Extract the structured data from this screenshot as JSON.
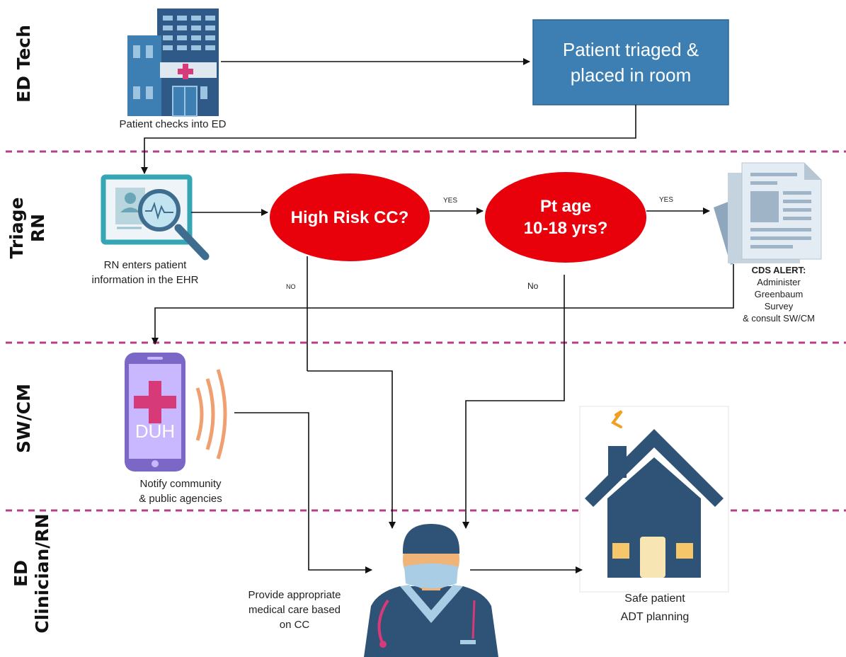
{
  "lanes": {
    "ed_tech": "ED Tech",
    "triage_rn": [
      "Triage",
      "RN"
    ],
    "sw_cm": "SW/CM",
    "ed_clinician": [
      "ED",
      "Clinician/RN"
    ]
  },
  "steps": {
    "checks_in": "Patient checks into ED",
    "triaged": [
      "Patient triaged &",
      "placed in room"
    ],
    "rn_enters": [
      "RN enters patient",
      "information in the EHR"
    ],
    "high_risk": "High Risk CC?",
    "pt_age": [
      "Pt age",
      "10-18 yrs?"
    ],
    "cds_alert_title": "CDS ALERT:",
    "cds_alert_lines": [
      "Administer",
      "Greenbaum",
      "Survey",
      "& consult SW/CM"
    ],
    "notify": [
      "Notify community",
      "& public agencies"
    ],
    "provide_care": [
      "Provide appropriate",
      "medical care based",
      "on CC"
    ],
    "safe_patient": [
      "Safe patient",
      "ADT planning"
    ]
  },
  "edge_labels": {
    "yes_1": "YES",
    "yes_2": "YES",
    "no_1": "NO",
    "no_2": "No"
  },
  "phone_text": "DUH",
  "colors": {
    "box_fill": "#3d7fb2",
    "box_border": "#2c6592",
    "decision_fill": "#e8000b",
    "lane_divider": "#b4408c",
    "house_blue": "#2f5277",
    "phone_purple": "#7b68c6",
    "cross_pink": "#d63a78"
  }
}
